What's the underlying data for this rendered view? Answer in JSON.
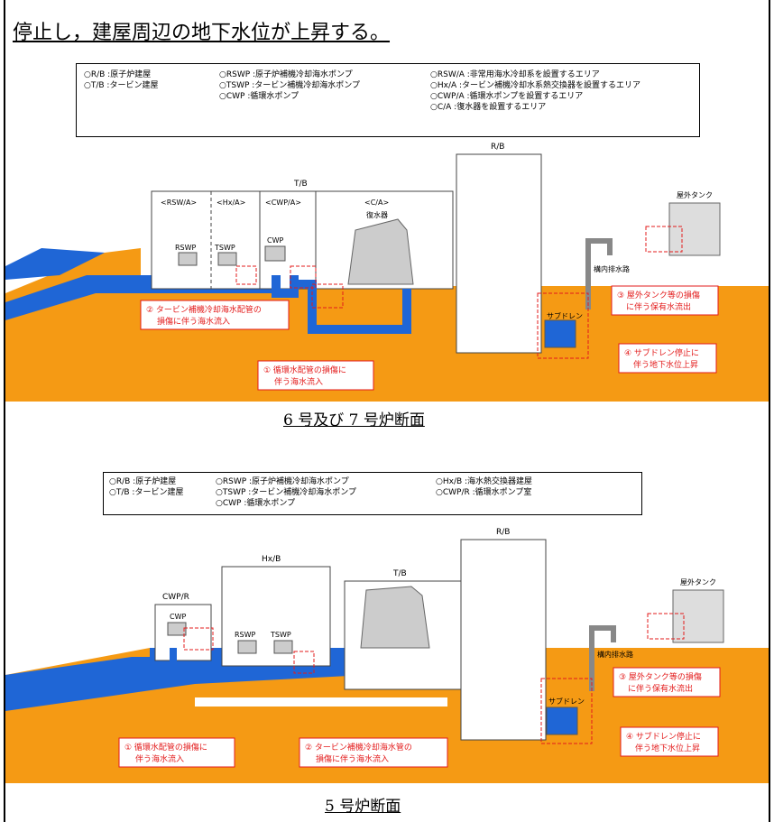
{
  "title": "停止し，建屋周辺の地下水位が上昇する。",
  "colors": {
    "sea": "#1f66d6",
    "ground": "#f59a14",
    "wall": "#ffffff",
    "note_red": "#e31b1b"
  },
  "diagram1": {
    "caption": "6 号及び 7 号炉断面",
    "legend": [
      [
        "○R/B :原子炉建屋",
        "○T/B :タービン建屋"
      ],
      [
        "○RSWP :原子炉補機冷却海水ポンプ",
        "○TSWP :タービン補機冷却海水ポンプ",
        "○CWP :循環水ポンプ"
      ],
      [
        "○RSW/A :非常用海水冷却系を設置するエリア",
        "○Hx/A :タービン補機冷却水系熱交換器を設置するエリア",
        "○CWP/A :循環水ポンプを設置するエリア",
        "○C/A :復水器を設置するエリア"
      ]
    ],
    "labels": {
      "rb": "R/B",
      "tb": "T/B",
      "rswa": "<RSW/A>",
      "hxa": "<Hx/A>",
      "cwpa": "<CWP/A>",
      "ca": "<C/A>",
      "rswp": "RSWP",
      "tswp": "TSWP",
      "cwp": "CWP",
      "condenser": "復水器",
      "tank": "屋外タンク",
      "drain": "構内排水路",
      "subdrain": "サブドレン"
    },
    "notes": [
      [
        "② タービン補機冷却海水配管の",
        "損傷に伴う海水流入"
      ],
      [
        "① 循環水配管の損傷に",
        "伴う海水流入"
      ],
      [
        "③ 屋外タンク等の損傷",
        "に伴う保有水流出"
      ],
      [
        "④ サブドレン停止に",
        "伴う地下水位上昇"
      ]
    ]
  },
  "diagram2": {
    "caption": "5 号炉断面",
    "legend": [
      [
        "○R/B :原子炉建屋",
        "○T/B :タービン建屋"
      ],
      [
        "○RSWP :原子炉補機冷却海水ポンプ",
        "○TSWP :タービン補機冷却海水ポンプ",
        "○CWP :循環水ポンプ"
      ],
      [
        "○Hx/B :海水熱交換器建屋",
        "○CWP/R :循環水ポンプ室"
      ]
    ],
    "labels": {
      "rb": "R/B",
      "tb": "T/B",
      "hxb": "Hx/B",
      "cwpr": "CWP/R",
      "cwp": "CWP",
      "rswp": "RSWP",
      "tswp": "TSWP",
      "tank": "屋外タンク",
      "drain": "構内排水路",
      "subdrain": "サブドレン"
    },
    "notes": [
      [
        "① 循環水配管の損傷に",
        "伴う海水流入"
      ],
      [
        "② タービン補機冷却海水管の",
        "損傷に伴う海水流入"
      ],
      [
        "③ 屋外タンク等の損傷",
        "に伴う保有水流出"
      ],
      [
        "④ サブドレン停止に",
        "伴う地下水位上昇"
      ]
    ]
  }
}
